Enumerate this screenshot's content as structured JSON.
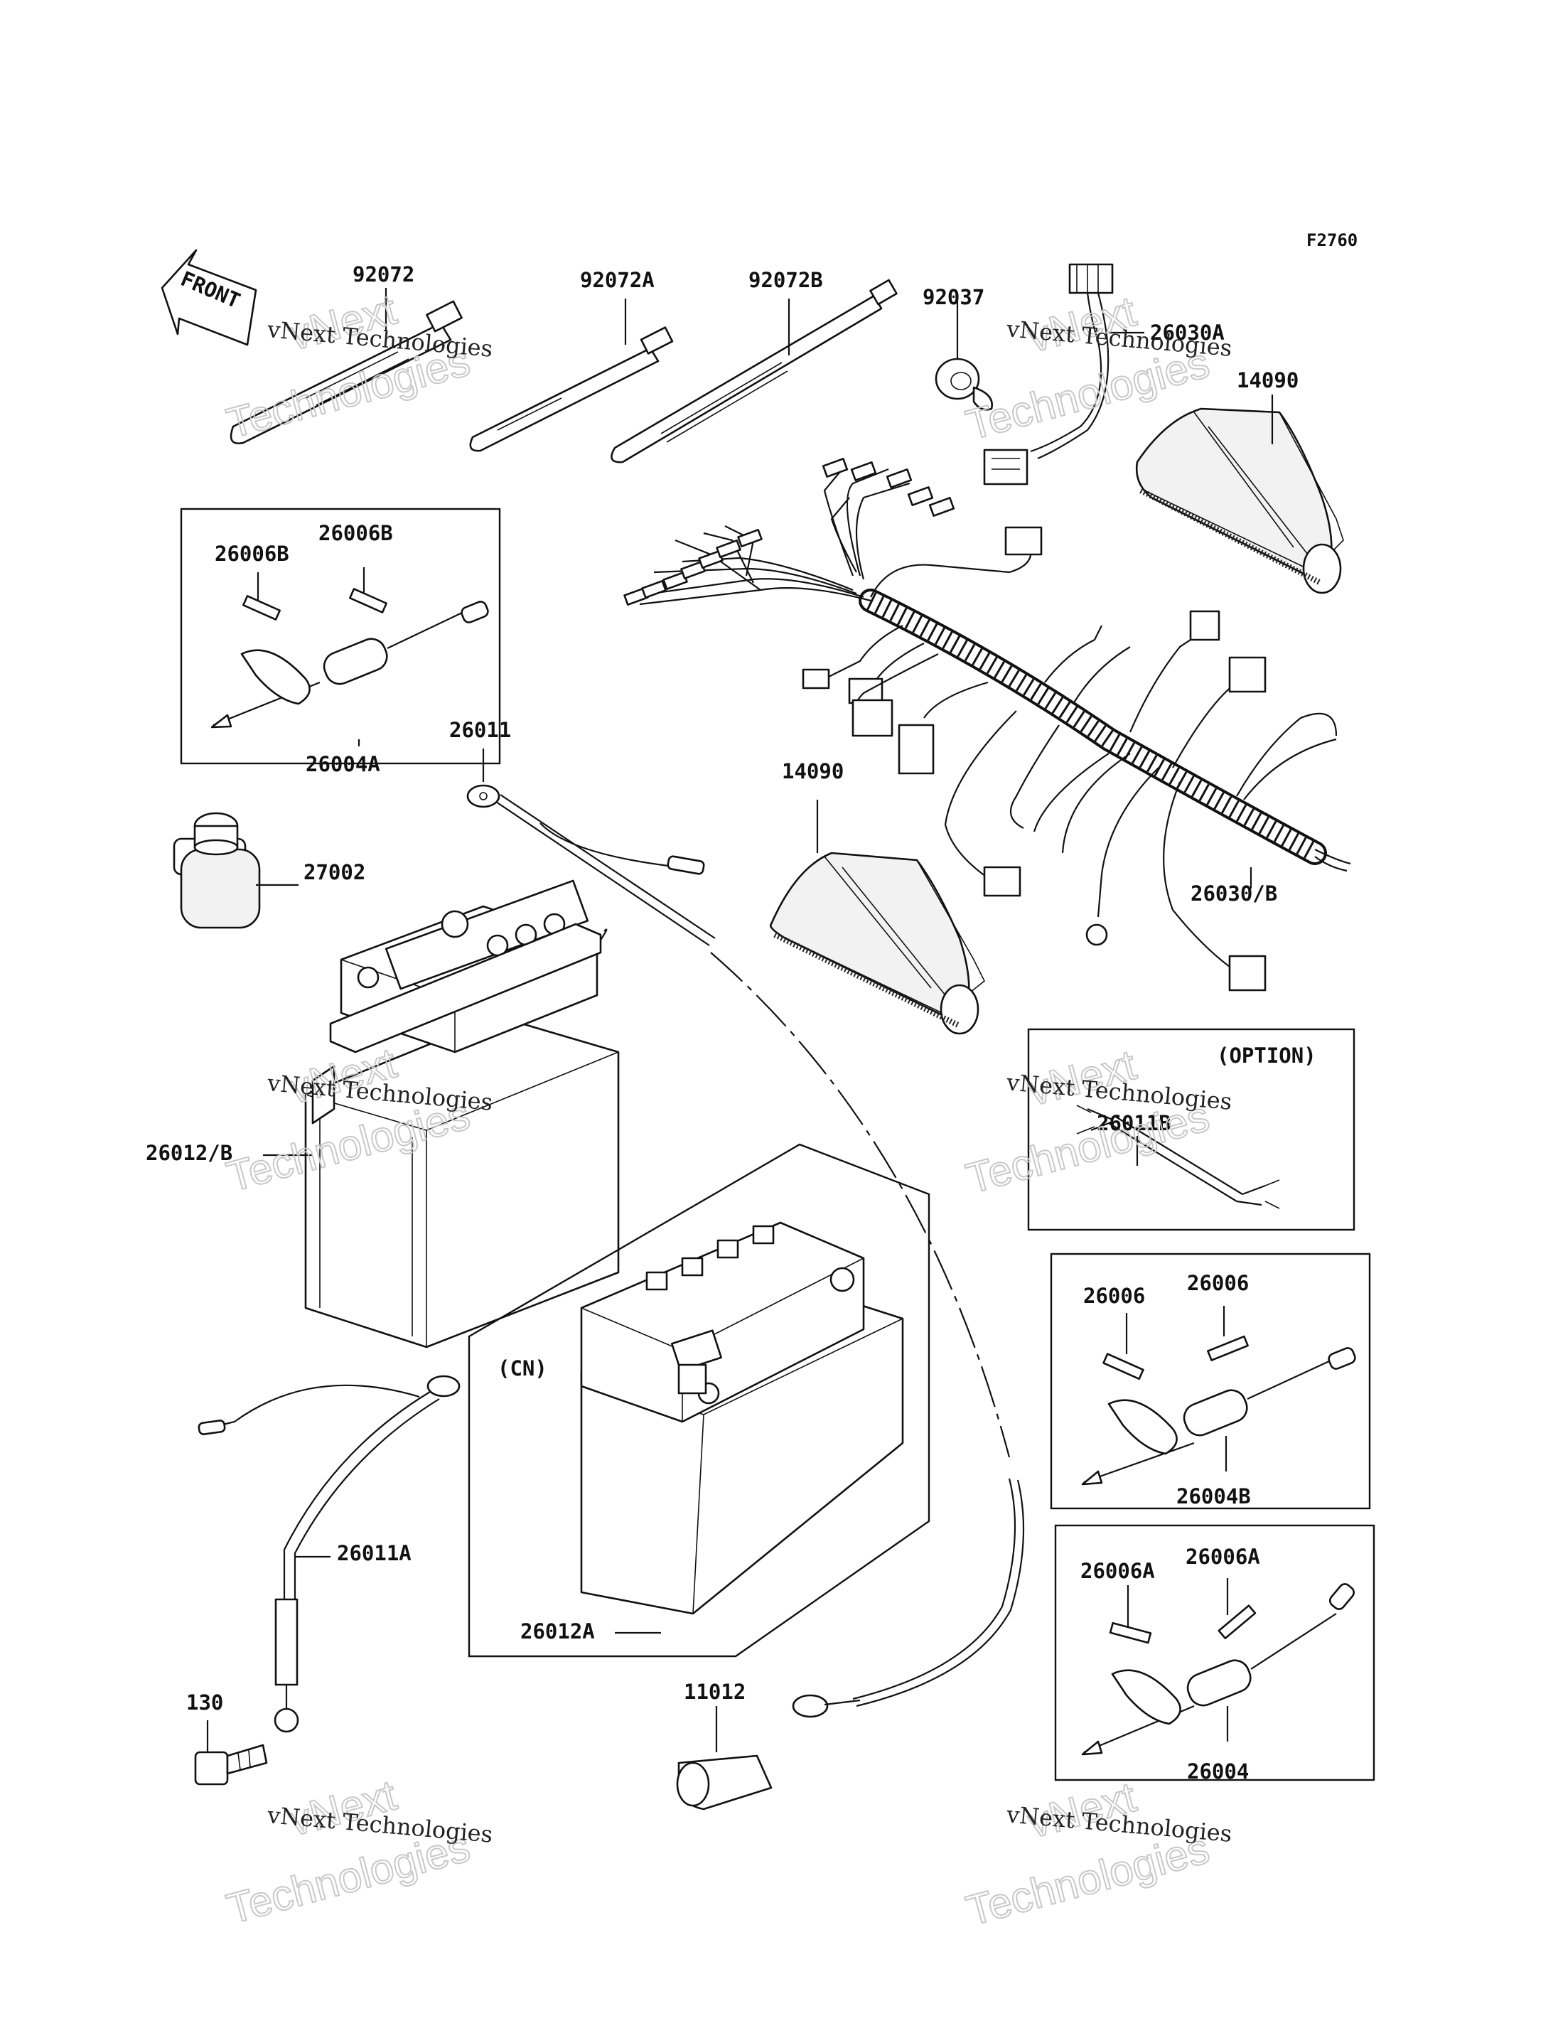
{
  "figure_code": "F2760",
  "front_label": "FRONT",
  "watermark": {
    "line1": "vNext Technologies",
    "line2": "vNext",
    "line3": "Technologies"
  },
  "groups": {
    "option": "(OPTION)",
    "cn": "(CN)"
  },
  "parts": [
    {
      "id": "p-92072",
      "label": "92072"
    },
    {
      "id": "p-92072A",
      "label": "92072A"
    },
    {
      "id": "p-92072B",
      "label": "92072B"
    },
    {
      "id": "p-92037",
      "label": "92037"
    },
    {
      "id": "p-26030A",
      "label": "26030A"
    },
    {
      "id": "p-14090-top",
      "label": "14090"
    },
    {
      "id": "p-26006B-1",
      "label": "26006B"
    },
    {
      "id": "p-26006B-2",
      "label": "26006B"
    },
    {
      "id": "p-26004A",
      "label": "26004A"
    },
    {
      "id": "p-26011",
      "label": "26011"
    },
    {
      "id": "p-14090-mid",
      "label": "14090"
    },
    {
      "id": "p-27002",
      "label": "27002"
    },
    {
      "id": "p-26030B",
      "label": "26030/B"
    },
    {
      "id": "p-26011B",
      "label": "26011B"
    },
    {
      "id": "p-26012B",
      "label": "26012/B"
    },
    {
      "id": "p-26006-1",
      "label": "26006"
    },
    {
      "id": "p-26006-2",
      "label": "26006"
    },
    {
      "id": "p-26004B",
      "label": "26004B"
    },
    {
      "id": "p-26011A",
      "label": "26011A"
    },
    {
      "id": "p-26006A-1",
      "label": "26006A"
    },
    {
      "id": "p-26006A-2",
      "label": "26006A"
    },
    {
      "id": "p-26012A",
      "label": "26012A"
    },
    {
      "id": "p-130",
      "label": "130"
    },
    {
      "id": "p-11012",
      "label": "11012"
    },
    {
      "id": "p-26004",
      "label": "26004"
    }
  ]
}
